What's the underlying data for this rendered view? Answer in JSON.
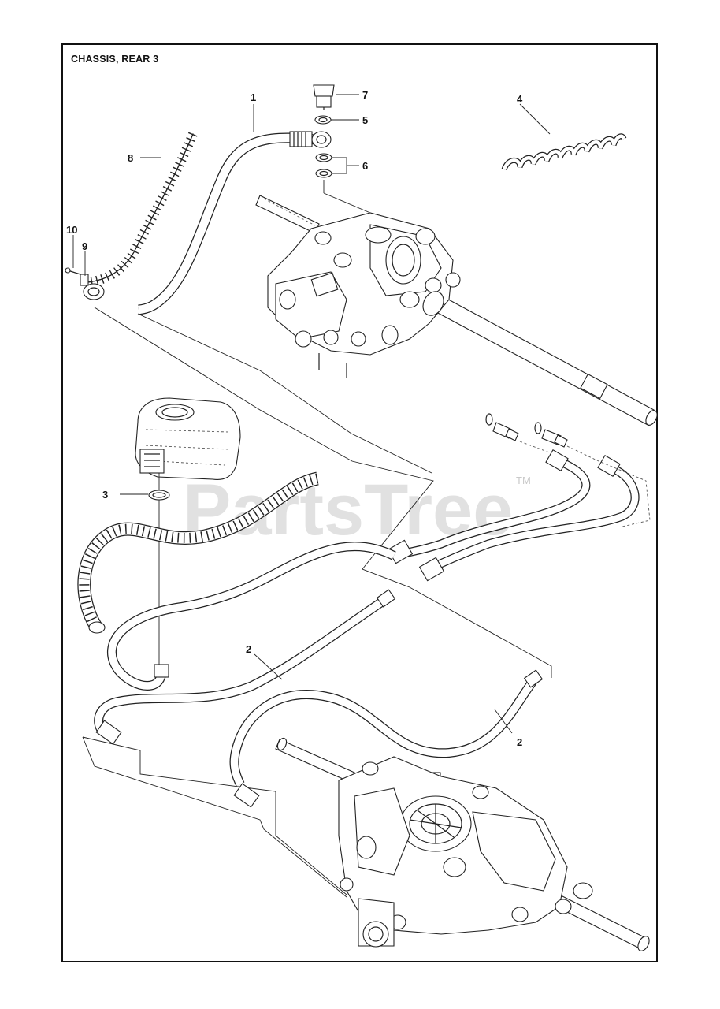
{
  "title": "CHASSIS, REAR 3",
  "watermark": "PartsTree",
  "trademark": "TM",
  "callouts": {
    "c1": "1",
    "c2a": "2",
    "c2b": "2",
    "c3": "3",
    "c4": "4",
    "c5": "5",
    "c6": "6",
    "c7": "7",
    "c8": "8",
    "c9": "9",
    "c10": "10"
  }
}
